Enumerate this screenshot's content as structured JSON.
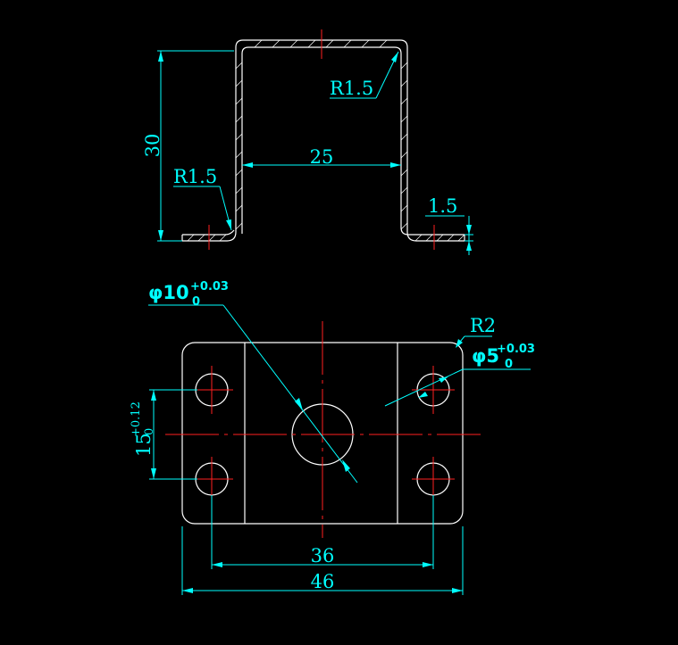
{
  "side_view": {
    "height_dim": "30",
    "width_dim": "25",
    "thickness_dim": "1.5",
    "radius_left": "R1.5",
    "radius_right": "R1.5"
  },
  "plan_view": {
    "bore_dia": "φ10",
    "bore_tol_upper": "+0.03",
    "bore_tol_lower": "0",
    "corner_radius": "R2",
    "hole_dia": "φ5",
    "hole_tol_upper": "+0.03",
    "hole_tol_lower": "0",
    "hole_spacing_vertical": "15",
    "hole_spacing_vertical_tol_upper": "+0.12",
    "hole_spacing_vertical_tol_lower": "0",
    "hole_spacing_horizontal": "36",
    "overall_width": "46"
  },
  "colors": {
    "background": "#000000",
    "outline": "#ffffff",
    "dimension": "#00ffff",
    "centerline": "#ff2020"
  }
}
